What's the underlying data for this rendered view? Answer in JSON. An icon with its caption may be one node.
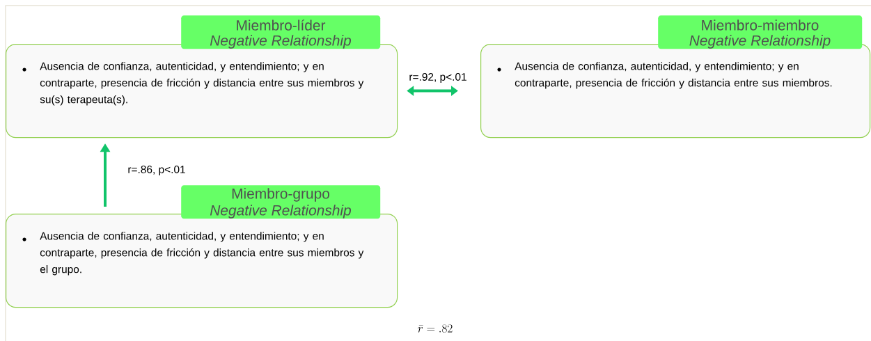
{
  "diagram": {
    "nodes": [
      {
        "text": [
          "Miembro-líder",
          "Negative Relationship",
          "Ausencia de confianza, autenticidad, y entendimiento; y en contraparte, presencia de fricción y distancia entre sus miembros y su(s) terapeuta(s)."
        ]
      },
      {
        "text": [
          "Miembro-miembro",
          "Negative Relationship",
          "Ausencia de confianza, autenticidad, y entendimiento; y en contraparte, presencia de fricción y distancia entre sus miembros."
        ]
      },
      {
        "text": [
          "Miembro-grupo",
          "Negative Relationship",
          "Ausencia de confianza, autenticidad, y entendimiento; y en contraparte, presencia de fricción y distancia entre sus miembros y el grupo."
        ]
      }
    ],
    "edges": [
      {
        "from": 0,
        "to": 1,
        "arrow": "both",
        "label": "r=.92, p<.01"
      },
      {
        "from": 2,
        "to": 0,
        "arrow": "to",
        "label": "r=.86, p<.01"
      }
    ],
    "labels": [
      "\\bar{r} = .82"
    ]
  }
}
